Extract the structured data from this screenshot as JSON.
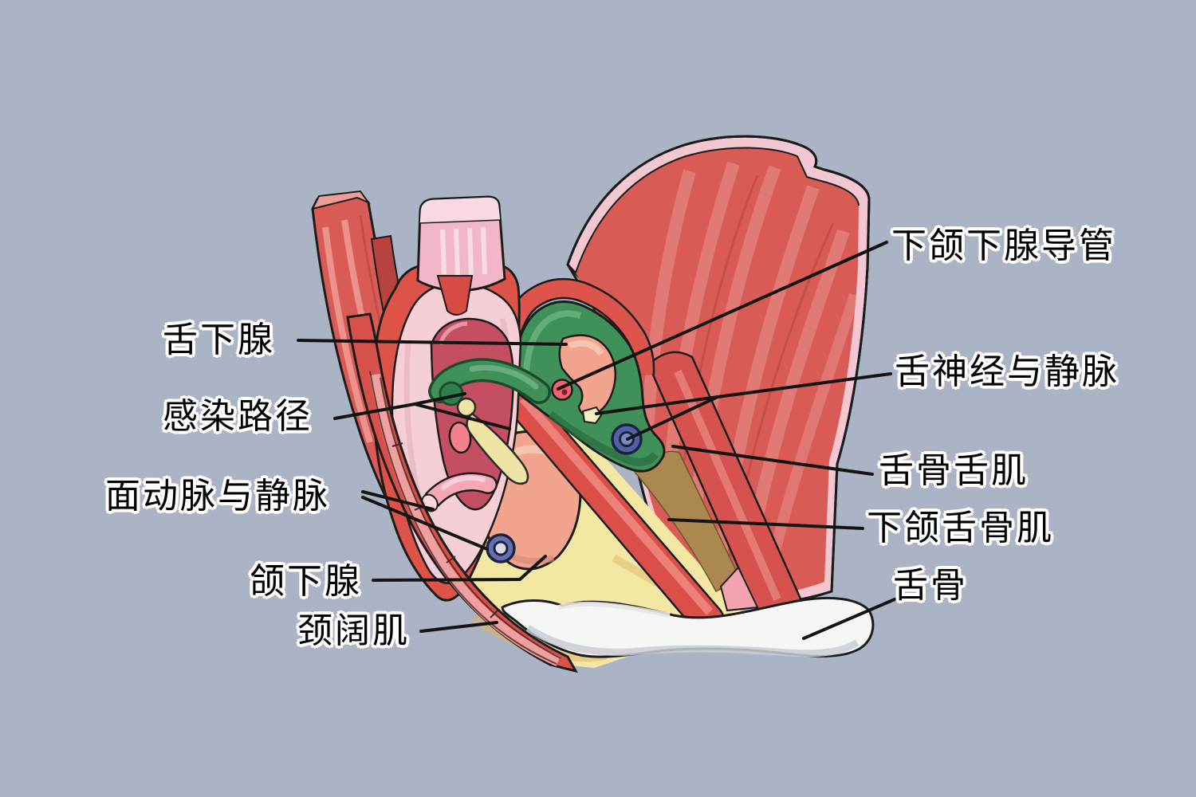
{
  "labels": {
    "submandibular_duct": {
      "text": "下颌下腺导管"
    },
    "lingual_nerve_vein": {
      "text": "舌神经与静脉"
    },
    "hyoglossus": {
      "text": "舌骨舌肌"
    },
    "mylohyoid": {
      "text": "下颌舌骨肌"
    },
    "hyoid": {
      "text": "舌骨"
    },
    "sublingual_gland": {
      "text": "舌下腺"
    },
    "infection_path": {
      "text": "感染路径"
    },
    "facial_vessels": {
      "text": "面动脉与静脉"
    },
    "submandibular_gland": {
      "text": "颌下腺"
    },
    "platysma": {
      "text": "颈阔肌"
    }
  },
  "colors": {
    "background": "#aab4c4",
    "muscle_red": "#d95b56",
    "muscle_band_red": "#da5049",
    "rim_pink": "#f2c7d2",
    "mucosa_pink": "#f6ced6",
    "tongue_red": "#dd5348",
    "crimson": "#c44f63",
    "space_green": "#3f9159",
    "space_yellow": "#f3e7a4",
    "gland_salmon": "#f2a48f",
    "vein_blue": "#5360a8",
    "bone_white": "#f6f6f4",
    "cream": "#efe3a6",
    "tan": "#ab884f",
    "outline": "#1c1c1c",
    "label_text": "#000000",
    "label_halo": "#ffffff",
    "leader_line": "#141414"
  }
}
